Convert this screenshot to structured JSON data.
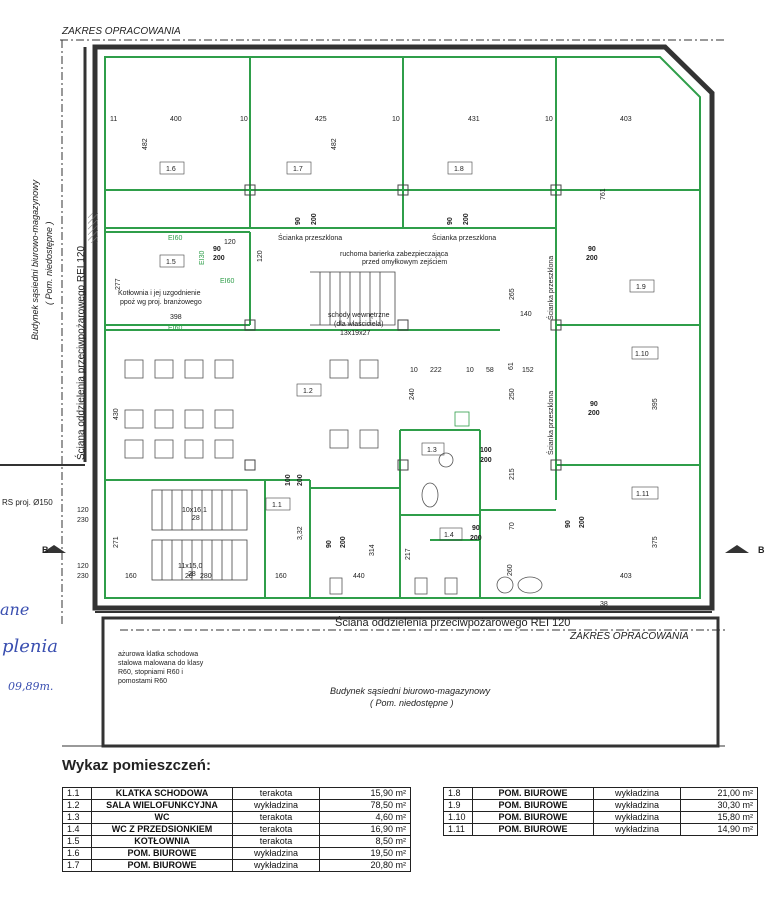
{
  "labels": {
    "zakres_top": "ZAKRES OPRACOWANIA",
    "zakres_bottom": "ZAKRES OPRACOWANIA",
    "wall_bottom": "Ściana oddzielenia przeciwpożarowego REI 120",
    "wall_left": "Ściana oddzielenia przeciwpożarowego REI 120",
    "bud_left_1": "Budynek sąsiedni biurowo-magazynowy",
    "bud_left_2": "( Pom. niedostępne )",
    "bud_bottom_1": "Budynek sąsiedni biurowo-magazynowy",
    "bud_bottom_2": "( Pom. niedostępne )",
    "barrier_1": "ruchoma barierka zabezpieczająca",
    "barrier_2": "przed omyłkowym zejściem",
    "stairs_1": "schody wewnętrzne",
    "stairs_2": "(dla właściciela)",
    "stairs_3": "13x19x27",
    "kotl_1": "Kotłownia i jej uzgodnienie",
    "kotl_2": "ppoż wg proj. branżowego",
    "scianka_1": "Ścianka przeszklona",
    "scianka_2": "Ścianka przeszklona",
    "scianka_3": "Ścianka przeszklona",
    "scianka_4": "Ścianka przeszklona",
    "azur_1": "ażurowa klatka schodowa",
    "azur_2": "stalowa malowana do klasy",
    "azur_3": "R60, stopniami R60  i",
    "azur_4": "pomostami R60",
    "rs": "RS proj. Ø150",
    "ei60": "EI60",
    "ei30": "EI30",
    "dim_stair1": "10x16,1",
    "dim_stair1b": "28",
    "dim_stair2": "11x15,0",
    "dim_stair2b": "28",
    "d400": "400",
    "d425": "425",
    "d431": "431",
    "d403": "403",
    "d403b": "403",
    "d482": "482",
    "d482b": "482",
    "d761": "761",
    "d277": "277",
    "d398": "398",
    "d430": "430",
    "d395": "395",
    "d375": "375",
    "d271": "271",
    "d160": "160",
    "d160b": "160",
    "d440": "440",
    "d222": "222",
    "d152": "152",
    "d140": "140",
    "d240": "240",
    "d250": "250",
    "d265": "265",
    "d215": "215",
    "d217": "217",
    "d314": "314",
    "d332": "3,32",
    "d260": "260",
    "d280": "280",
    "d26": "26",
    "d38": "38",
    "d120": "120",
    "d120b": "120",
    "d230": "230",
    "d230b": "230",
    "d10": "10",
    "d11": "11",
    "d58": "58",
    "d61": "61",
    "d70": "70",
    "door_90": "90",
    "door_100": "100",
    "door_200": "200",
    "sect_b": "B"
  },
  "rooms_plan": {
    "r11": "1.1",
    "r12": "1.2",
    "r13": "1.3",
    "r14": "1.4",
    "r15": "1.5",
    "r16": "1.6",
    "r17": "1.7",
    "r18": "1.8",
    "r19": "1.9",
    "r110": "1.10",
    "r111": "1.11"
  },
  "handwriting": {
    "h1": "ane",
    "h2": "plenia",
    "h3": "09,89m."
  },
  "schedule": {
    "title": "Wykaz pomieszczeń:",
    "left": [
      {
        "num": "1.1",
        "name": "KLATKA SCHODOWA",
        "floor": "terakota",
        "area": "15,90 m²"
      },
      {
        "num": "1.2",
        "name": "SALA WIELOFUNKCYJNA",
        "floor": "wykładzina",
        "area": "78,50 m²"
      },
      {
        "num": "1.3",
        "name": "WC",
        "floor": "terakota",
        "area": "4,60 m²"
      },
      {
        "num": "1.4",
        "name": "WC Z PRZEDSIONKIEM",
        "floor": "terakota",
        "area": "16,90 m²"
      },
      {
        "num": "1.5",
        "name": "KOTŁOWNIA",
        "floor": "terakota",
        "area": "8,50 m²"
      },
      {
        "num": "1.6",
        "name": "POM. BIUROWE",
        "floor": "wykładzina",
        "area": "19,50 m²"
      },
      {
        "num": "1.7",
        "name": "POM. BIUROWE",
        "floor": "wykładzina",
        "area": "20,80 m²"
      }
    ],
    "right": [
      {
        "num": "1.8",
        "name": "POM. BIUROWE",
        "floor": "wykładzina",
        "area": "21,00 m²"
      },
      {
        "num": "1.9",
        "name": "POM. BIUROWE",
        "floor": "wykładzina",
        "area": "30,30 m²"
      },
      {
        "num": "1.10",
        "name": "POM. BIUROWE",
        "floor": "wykładzina",
        "area": "15,80 m²"
      },
      {
        "num": "1.11",
        "name": "POM. BIUROWE",
        "floor": "wykładzina",
        "area": "14,90 m²"
      }
    ]
  },
  "colors": {
    "wall_green": "#2f9e4a",
    "line": "#333333",
    "ink": "#3a4fb0"
  }
}
